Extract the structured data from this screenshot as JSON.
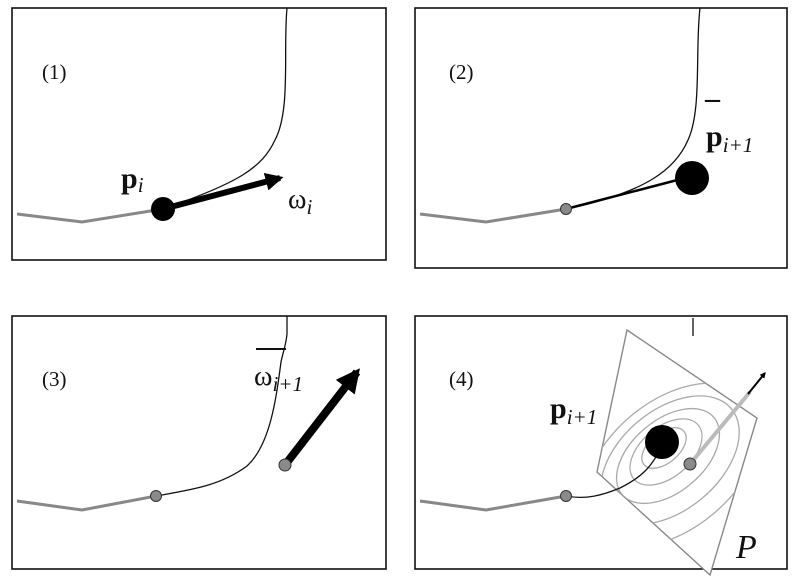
{
  "panels": [
    {
      "id": 1,
      "label": "(1)",
      "point_label": {
        "base": "p",
        "sub": "i"
      },
      "direction_label": {
        "base": "ω",
        "sub": "i"
      }
    },
    {
      "id": 2,
      "label": "(2)",
      "point_label": {
        "bar": "–",
        "base": "p",
        "sub": "i+1"
      }
    },
    {
      "id": 3,
      "label": "(3)",
      "direction_label": {
        "base": "ω",
        "sub": "i+1"
      }
    },
    {
      "id": 4,
      "label": "(4)",
      "point_label": {
        "base": "p",
        "sub": "i+1"
      },
      "plane_label": "P"
    }
  ],
  "colors": {
    "frame": "#111111",
    "traced_curve": "#888888",
    "target_curve": "#111111",
    "arrow": "#000000",
    "small_point": "#8a8a8a",
    "big_point": "#000000",
    "plane_contours": "#aaaaaa",
    "plane_normal": "#bbbbbb"
  }
}
